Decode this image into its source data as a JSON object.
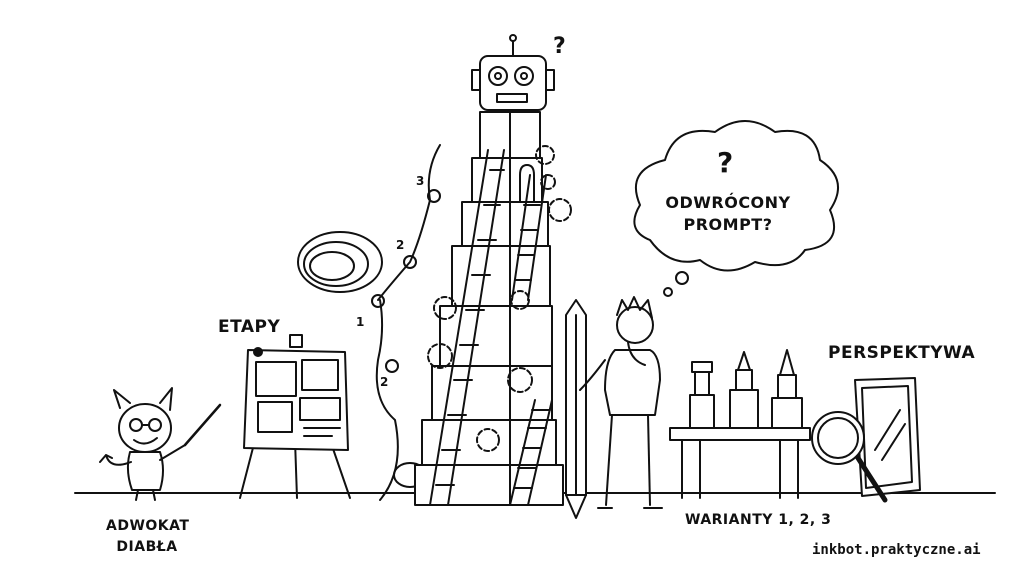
{
  "labels": {
    "stages": "ETAPY",
    "perspective": "PERSPEKTYWA",
    "devils_advocate_line1": "ADWOKAT",
    "devils_advocate_line2": "DIABŁA",
    "variants": "WARIANTY 1, 2, 3"
  },
  "thought_bubble": {
    "question_mark": "?",
    "line1": "ODWRÓCONY",
    "line2": "PROMPT?"
  },
  "robot": {
    "question_mark": "?"
  },
  "rope_knots": [
    "3",
    "2",
    "1",
    "2"
  ],
  "footer": {
    "credit": "inkbot.praktyczne.ai"
  },
  "colors": {
    "ink": "#111111",
    "paper": "#ffffff"
  }
}
